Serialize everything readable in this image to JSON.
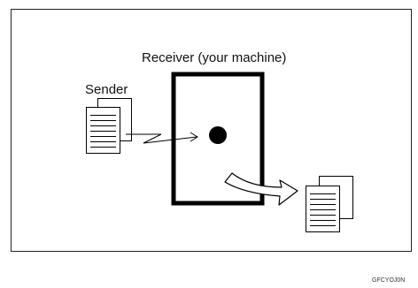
{
  "diagram": {
    "receiver_label": "Receiver (your machine)",
    "sender_label": "Sender",
    "figure_code": "GFCYOJ0N"
  }
}
